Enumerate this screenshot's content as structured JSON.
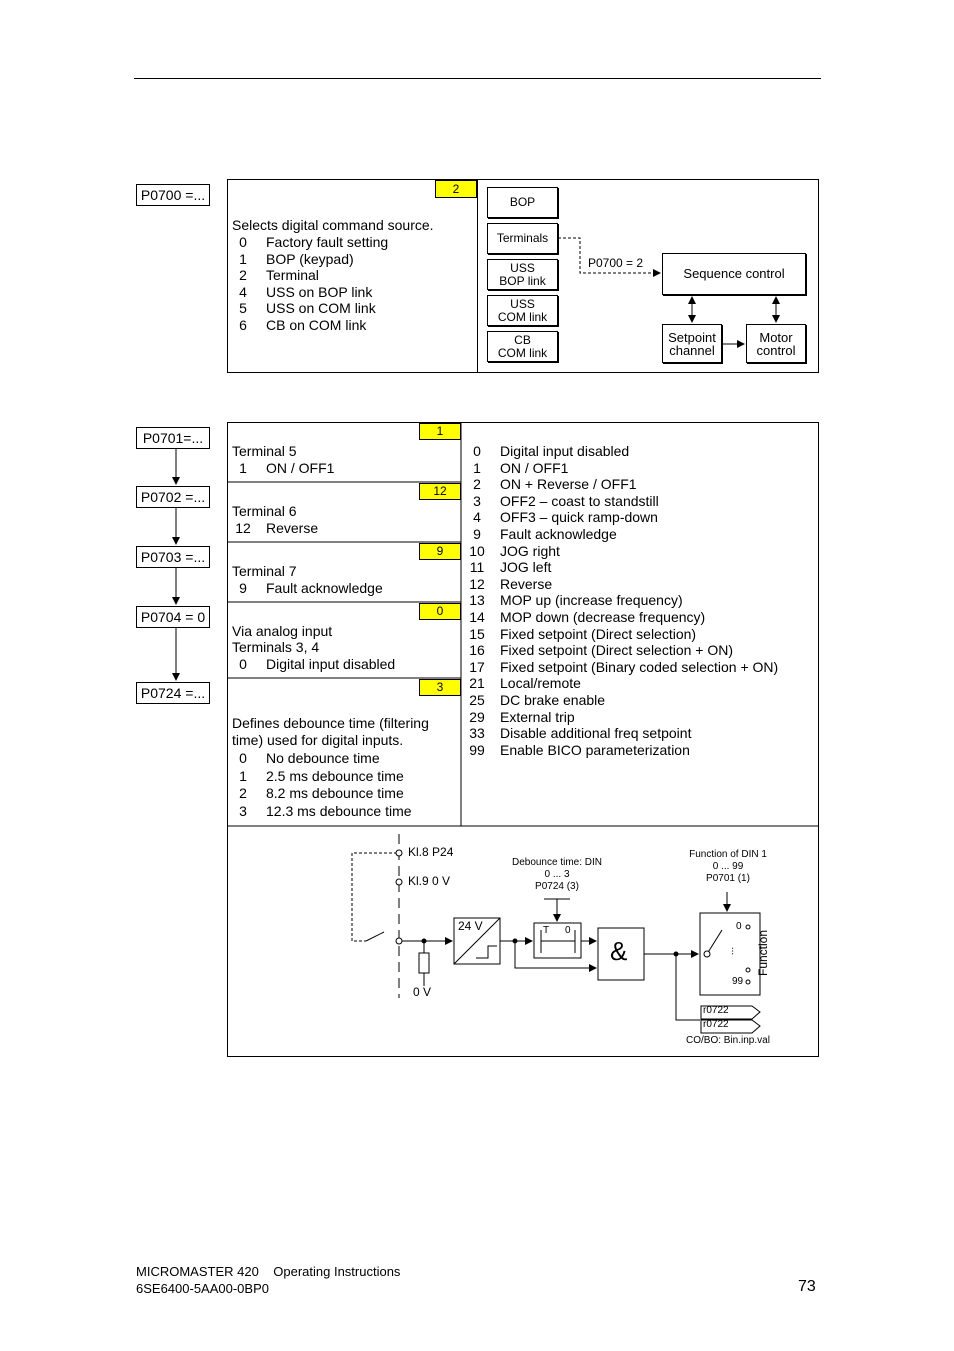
{
  "p0700": {
    "param": "P0700 =...",
    "default": "2",
    "desc": "Selects digital command source.",
    "options": [
      {
        "n": "0",
        "label": "Factory fault setting"
      },
      {
        "n": "1",
        "label": "BOP (keypad)"
      },
      {
        "n": "2",
        "label": "Terminal"
      },
      {
        "n": "4",
        "label": "USS on BOP link"
      },
      {
        "n": "5",
        "label": "USS on COM link"
      },
      {
        "n": "6",
        "label": "CB on COM link"
      }
    ],
    "diagram": {
      "bop": "BOP",
      "terminals": "Terminals",
      "uss_bop_1": "USS",
      "uss_bop_2": "BOP link",
      "uss_com_1": "USS",
      "uss_com_2": "COM link",
      "cb_com_1": "CB",
      "cb_com_2": "COM link",
      "arrow_label": "P0700 = 2",
      "sequence": "Sequence control",
      "setpoint_1": "Setpoint",
      "setpoint_2": "channel",
      "motor_1": "Motor",
      "motor_2": "control"
    }
  },
  "terminals": {
    "params": [
      "P0701=...",
      "P0702 =...",
      "P0703 =...",
      "P0704 = 0",
      "P0724 =..."
    ],
    "t5": {
      "default": "1",
      "title": "Terminal 5",
      "n": "1",
      "label": "ON / OFF1"
    },
    "t6": {
      "default": "12",
      "title": "Terminal 6",
      "n": "12",
      "label": "Reverse"
    },
    "t7": {
      "default": "9",
      "title": "Terminal 7",
      "n": "9",
      "label": "Fault acknowledge"
    },
    "analog": {
      "default": "0",
      "title1": "Via analog input",
      "title2": "Terminals 3, 4",
      "n": "0",
      "label": "Digital input disabled"
    },
    "debounce": {
      "default": "3",
      "desc1": "Defines debounce time (filtering",
      "desc2": "time) used for digital inputs.",
      "options": [
        {
          "n": "0",
          "label": "No debounce time"
        },
        {
          "n": "1",
          "label": "2.5 ms debounce time"
        },
        {
          "n": "2",
          "label": "8.2 ms debounce time"
        },
        {
          "n": "3",
          "label": "12.3 ms debounce time"
        }
      ]
    },
    "functions": [
      {
        "n": "0",
        "label": "Digital input disabled"
      },
      {
        "n": "1",
        "label": "ON / OFF1"
      },
      {
        "n": "2",
        "label": "ON + Reverse / OFF1"
      },
      {
        "n": "3",
        "label": "OFF2 – coast to standstill"
      },
      {
        "n": "4",
        "label": "OFF3 – quick ramp-down"
      },
      {
        "n": "9",
        "label": "Fault acknowledge"
      },
      {
        "n": "10",
        "label": "JOG right"
      },
      {
        "n": "11",
        "label": "JOG left"
      },
      {
        "n": "12",
        "label": "Reverse"
      },
      {
        "n": "13",
        "label": "MOP up (increase frequency)"
      },
      {
        "n": "14",
        "label": "MOP down (decrease frequency)"
      },
      {
        "n": "15",
        "label": "Fixed setpoint (Direct selection)"
      },
      {
        "n": "16",
        "label": "Fixed setpoint (Direct selection + ON)"
      },
      {
        "n": "17",
        "label": "Fixed setpoint (Binary coded selection + ON)"
      },
      {
        "n": "21",
        "label": "Local/remote"
      },
      {
        "n": "25",
        "label": "DC brake enable"
      },
      {
        "n": "29",
        "label": "External trip"
      },
      {
        "n": "33",
        "label": "Disable additional freq setpoint"
      },
      {
        "n": "99",
        "label": "Enable BICO parameterization"
      }
    ]
  },
  "circuit": {
    "kl8": "Kl.8  P24",
    "kl9": "Kl.9  0 V",
    "zero_v": "0 V",
    "v24": "24 V",
    "debounce_1": "Debounce time: DIN",
    "debounce_2": "0 ... 3",
    "debounce_3": "P0724 (3)",
    "timer_t": "T",
    "timer_0": "0",
    "and_symbol": "&",
    "func_1": "Function of DIN 1",
    "func_2": "0 ... 99",
    "func_3": "P0701 (1)",
    "sel_0": "0",
    "sel_dots": "...",
    "sel_99": "99",
    "function_label": "Function",
    "r0722_a": "r0722",
    "r0722_b": "r0722",
    "cobo": "CO/BO: Bin.inp.val"
  },
  "footer": {
    "line1": "MICROMASTER 420    Operating Instructions",
    "line2": "6SE6400-5AA00-0BP0",
    "page": "73"
  }
}
